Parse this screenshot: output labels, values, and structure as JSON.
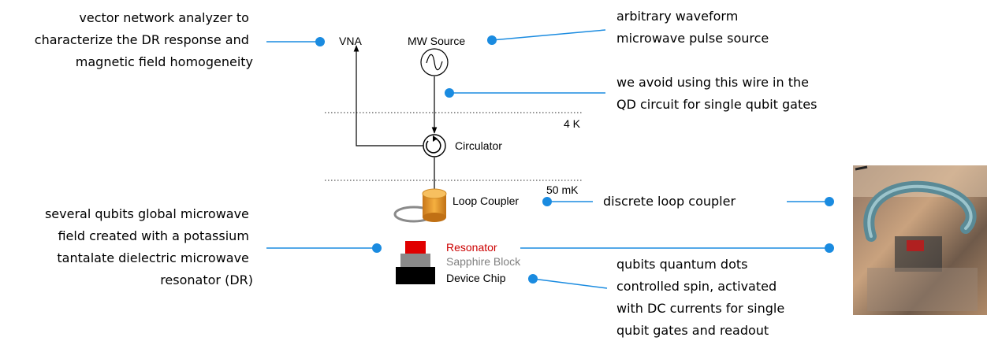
{
  "annotations": {
    "vna_desc": [
      "vector network analyzer to",
      "characterize the DR response and",
      "magnetic field homogeneity"
    ],
    "mw_desc": [
      "arbitrary waveform",
      "microwave pulse source"
    ],
    "wire_desc": [
      "we avoid using this wire in the",
      "QD circuit for single qubit gates"
    ],
    "loop_desc": [
      "discrete loop coupler"
    ],
    "dr_desc": [
      "several qubits global microwave",
      "field created with a potassium",
      "tantalate dielectric microwave",
      "resonator (DR)"
    ],
    "qd_desc": [
      "qubits quantum dots",
      "controlled spin, activated",
      "with DC currents for single",
      "qubit gates and readout"
    ]
  },
  "labels": {
    "vna": "VNA",
    "mw_source": "MW Source",
    "circulator": "Circulator",
    "stage_4k": "4 K",
    "stage_50mk": "50 mK",
    "loop_coupler": "Loop Coupler",
    "resonator": "Resonator",
    "sapphire": "Sapphire Block",
    "device_chip": "Device Chip"
  },
  "colors": {
    "leader": "#1a8be0",
    "resonator_block": "#e00000",
    "sapphire_block": "#8a8a8a",
    "chip_block": "#000000",
    "coupler_orange": "#f0a020",
    "resonator_text": "#cc0000"
  },
  "photo": {
    "description_icon": "loop-coupler-photo"
  }
}
